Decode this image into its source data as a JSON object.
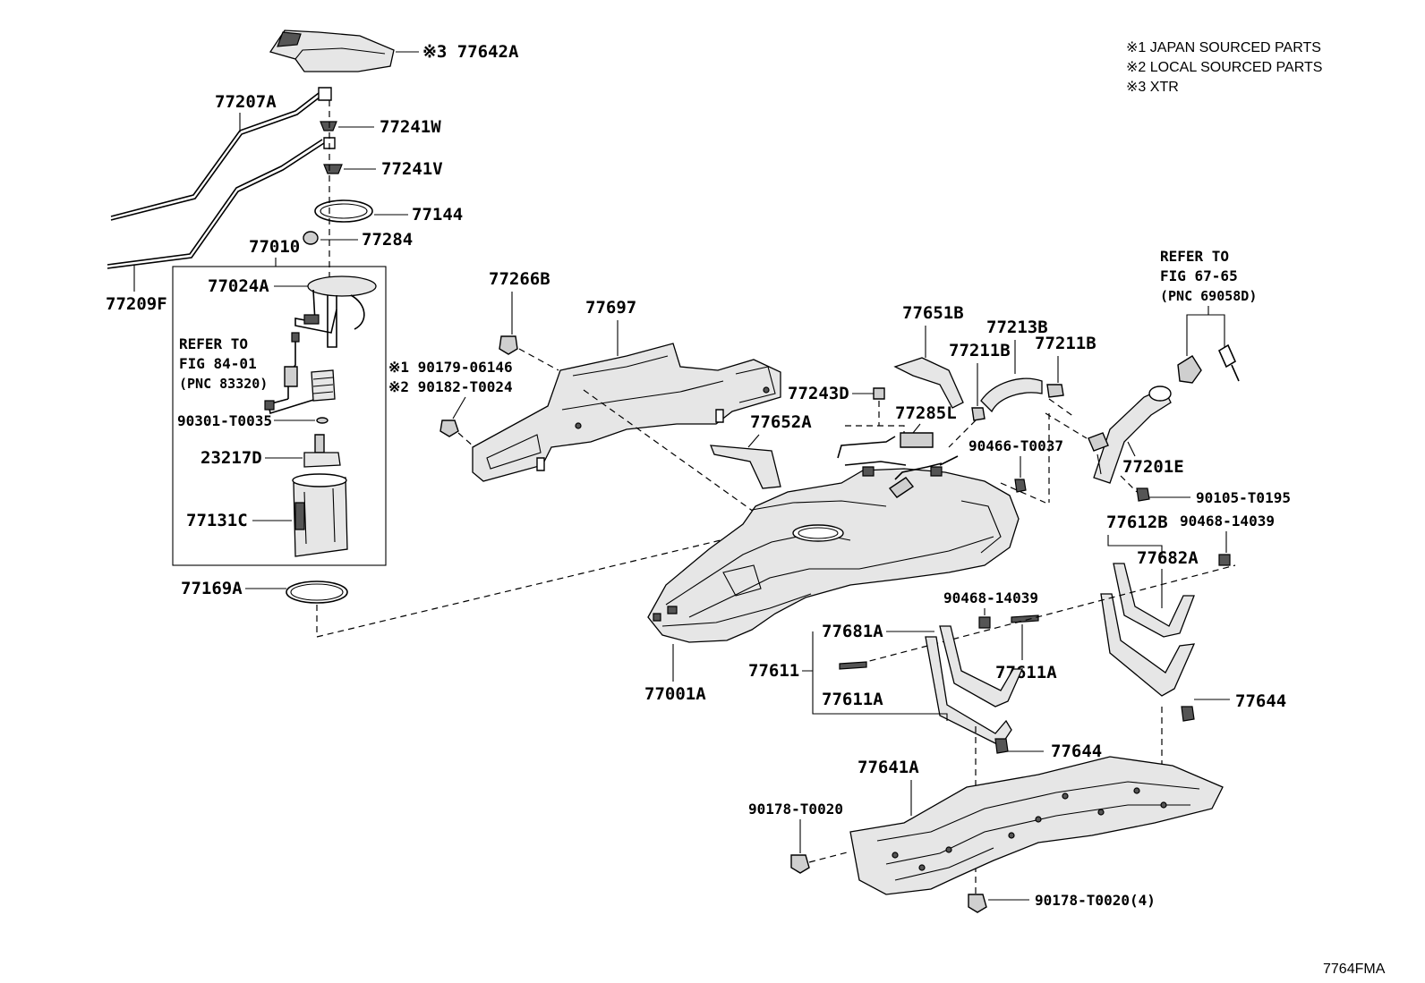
{
  "diagram_code": "7764FMA",
  "legend": [
    {
      "mark": "※1",
      "text": "JAPAN SOURCED PARTS"
    },
    {
      "mark": "※2",
      "text": "LOCAL SOURCED PARTS"
    },
    {
      "mark": "※3",
      "text": "XTR"
    }
  ],
  "callouts": {
    "p77642A": "※3 77642A",
    "p77207A": "77207A",
    "p77241W": "77241W",
    "p77241V": "77241V",
    "p77144": "77144",
    "p77284": "77284",
    "p77010": "77010",
    "p77209F": "77209F",
    "p77024A": "77024A",
    "ref84_line1": "REFER TO",
    "ref84_line2": "FIG 84-01",
    "ref84_line3": "(PNC 83320)",
    "p90301": "90301-T0035",
    "p23217D": "23217D",
    "p77131C": "77131C",
    "p77169A": "77169A",
    "p90179": "※1 90179-06146",
    "p90182": "※2 90182-T0024",
    "p77266B": "77266B",
    "p77697": "77697",
    "p77651B": "77651B",
    "p77213B": "77213B",
    "p77211B_a": "77211B",
    "p77211B_b": "77211B",
    "p77243D": "77243D",
    "p77285L": "77285L",
    "p77652A": "77652A",
    "p90466": "90466-T0037",
    "ref67_line1": "REFER TO",
    "ref67_line2": "FIG 67-65",
    "ref67_line3": "(PNC 69058D)",
    "p77201E": "77201E",
    "p90105": "90105-T0195",
    "p77612B": "77612B",
    "p90468_a": "90468-14039",
    "p77682A": "77682A",
    "p90468_b": "90468-14039",
    "p77681A": "77681A",
    "p77611": "77611",
    "p77611A_a": "77611A",
    "p77611A_b": "77611A",
    "p77001A": "77001A",
    "p77644_a": "77644",
    "p77644_b": "77644",
    "p77641A": "77641A",
    "p90178_a": "90178-T0020",
    "p90178_b": "90178-T0020(4)"
  }
}
